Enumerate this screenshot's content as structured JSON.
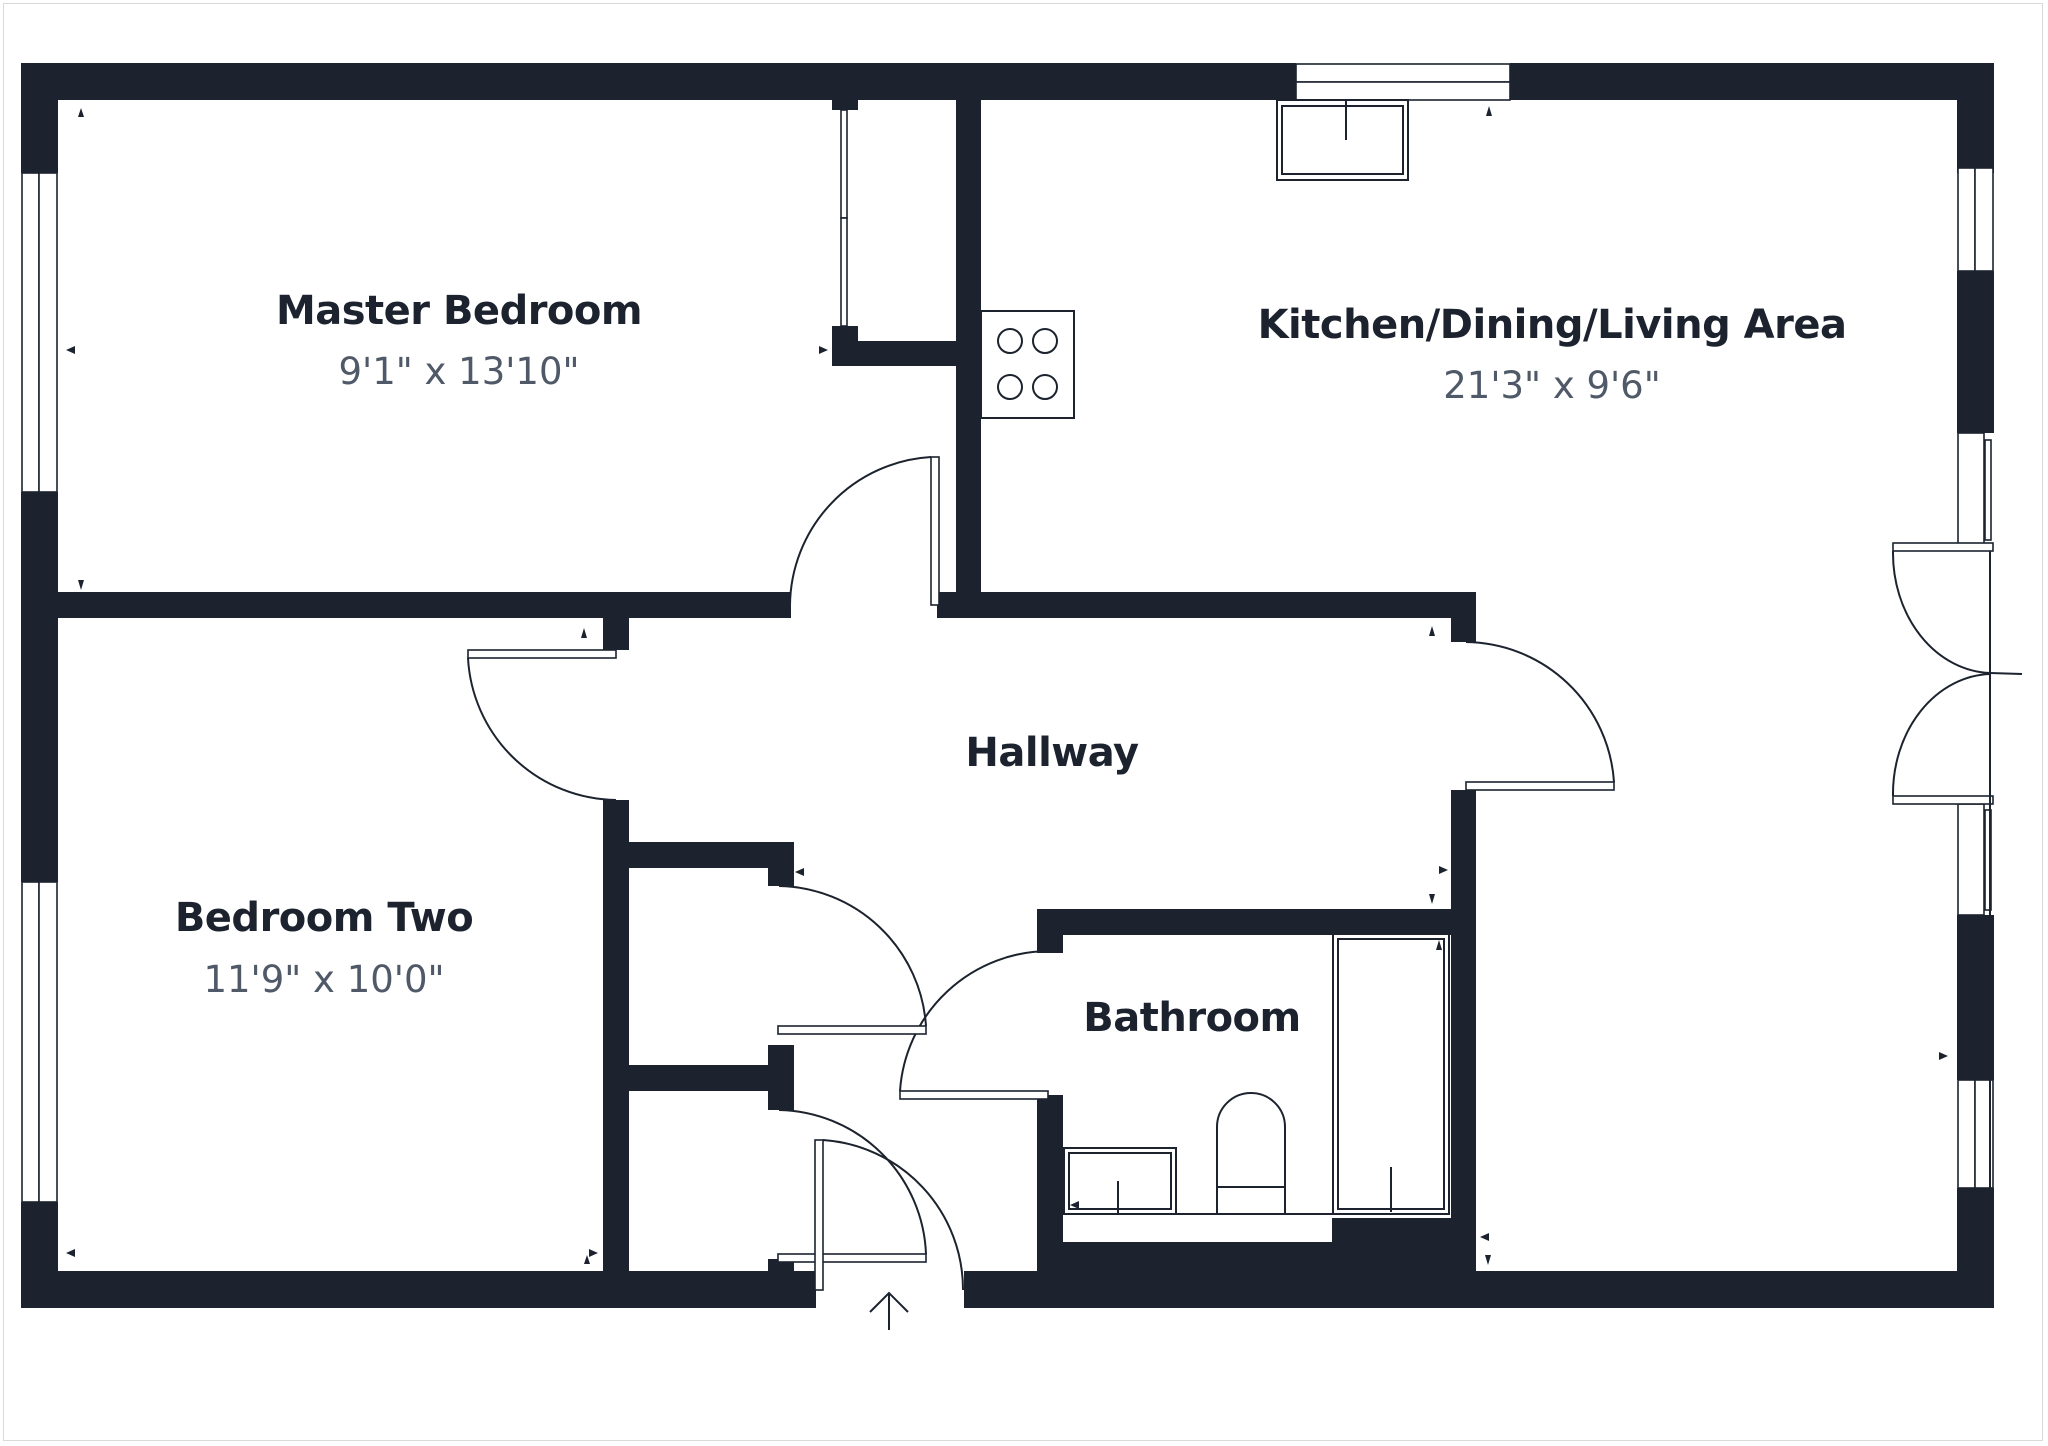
{
  "floorplan": {
    "colors": {
      "wall": "#1c232e",
      "label": "#1c232e",
      "dimensions": "#4f5968",
      "background": "#ffffff"
    },
    "rooms": [
      {
        "id": "master-bedroom",
        "name": "Master Bedroom",
        "dimensions": "9'1\" x 13'10\""
      },
      {
        "id": "kitchen-dining-living",
        "name": "Kitchen/Dining/Living Area",
        "dimensions": "21'3\" x 9'6\""
      },
      {
        "id": "hallway",
        "name": "Hallway",
        "dimensions": ""
      },
      {
        "id": "bedroom-two",
        "name": "Bedroom Two",
        "dimensions": "11'9\" x 10'0\""
      },
      {
        "id": "bathroom",
        "name": "Bathroom",
        "dimensions": ""
      }
    ],
    "entrance_marker": "entrance-arrow-icon"
  }
}
